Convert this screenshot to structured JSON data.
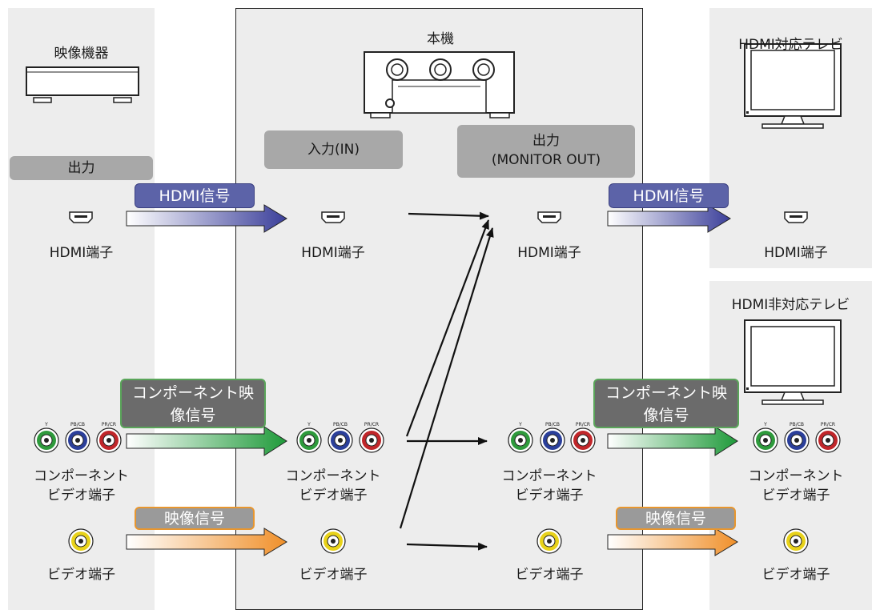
{
  "labels": {
    "left_device": "映像機器",
    "left_output": "出力",
    "center_device": "本機",
    "center_input": "入力(IN)",
    "center_output_line1": "出力",
    "center_output_line2": "(MONITOR OUT)",
    "right_top_device": "HDMI対応テレビ",
    "right_bottom_device": "HDMI非対応テレビ",
    "hdmi_terminal": "HDMI端子",
    "component_terminal_line1": "コンポーネント",
    "component_terminal_line2": "ビデオ端子",
    "video_terminal": "ビデオ端子",
    "jack_y": "Y",
    "jack_pb": "PB/CB",
    "jack_pr": "PR/CR"
  },
  "signals": {
    "hdmi": "HDMI信号",
    "component_line1": "コンポーネント映",
    "component_line2": "像信号",
    "video": "映像信号"
  },
  "colors": {
    "panel_bg": "#ededed",
    "label_box": "#a8a8a8",
    "hdmi_tag": "#5c63a8",
    "component_tag": "#6b6b6b",
    "component_border": "#5aa55a",
    "video_tag": "#9a9a9a",
    "video_border": "#e8962e",
    "jack_green": "#2e9a3c",
    "jack_blue": "#2b3f9a",
    "jack_red": "#c0262a",
    "jack_yellow": "#e8d21a"
  }
}
